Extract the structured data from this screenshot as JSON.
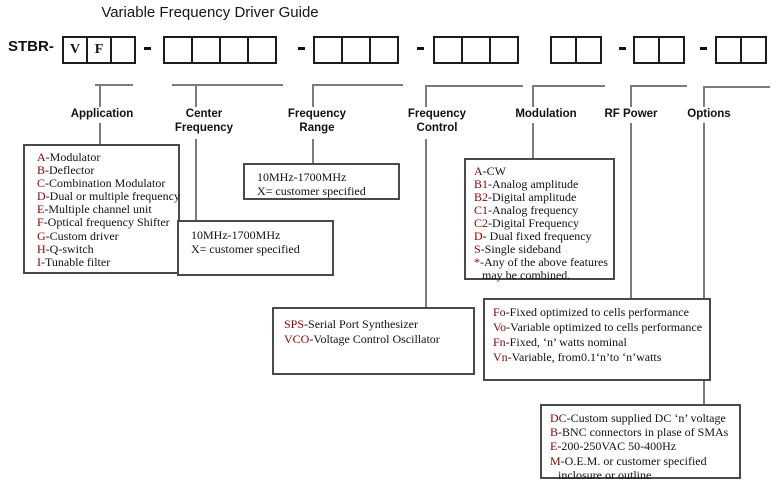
{
  "title": "Variable Frequency Driver Guide",
  "prefix_label": "STBR-",
  "colors": {
    "code": "#8B0000",
    "line": "#7b7b7b"
  },
  "cells": {
    "g1c1": "V",
    "g1c2": "F"
  },
  "headers": {
    "application": "Application",
    "center_frequency_1": "Center",
    "center_frequency_2": "Frequency",
    "frequency_range_1": "Frequency",
    "frequency_range_2": "Range",
    "frequency_control_1": "Frequency",
    "frequency_control_2": "Control",
    "modulation": "Modulation",
    "rf_power": "RF Power",
    "options": "Options"
  },
  "application": {
    "items": [
      {
        "code": "A",
        "text": "-Modulator"
      },
      {
        "code": "B",
        "text": "-Deflector"
      },
      {
        "code": "C",
        "text": "-Combination Modulator"
      },
      {
        "code": "D",
        "text": "-Dual or multiple frequency"
      },
      {
        "code": "E",
        "text": "-Multiple channel unit"
      },
      {
        "code": "F",
        "text": "-Optical frequency Shifter"
      },
      {
        "code": "G",
        "text": "-Custom driver"
      },
      {
        "code": "H",
        "text": "-Q-switch"
      },
      {
        "code": "I",
        "text": "-Tunable filter"
      }
    ]
  },
  "center_frequency": {
    "line1": "10MHz-1700MHz",
    "line2": "X= customer specified"
  },
  "frequency_range": {
    "line1": "10MHz-1700MHz",
    "line2": "X= customer specified"
  },
  "frequency_control": {
    "items": [
      {
        "code": "SPS",
        "text": "-Serial Port Synthesizer"
      },
      {
        "code": "VCO",
        "text": "-Voltage Control Oscillator"
      }
    ]
  },
  "modulation": {
    "items": [
      {
        "code": "A",
        "text": "-CW"
      },
      {
        "code": "B1",
        "text": "-Analog amplitude"
      },
      {
        "code": "B2",
        "text": "-Digital amplitude"
      },
      {
        "code": "C1",
        "text": "-Analog frequency"
      },
      {
        "code": "C2",
        "text": "-Digital Frequency"
      },
      {
        "code": "D",
        "text": "- Dual fixed frequency"
      },
      {
        "code": "S",
        "text": "-Single sideband"
      },
      {
        "code": "*",
        "text": "-Any of the above features"
      },
      {
        "code": "",
        "text": "may be combined."
      }
    ]
  },
  "rf_power": {
    "items": [
      {
        "code": "Fo",
        "text": "-Fixed optimized to cells performance"
      },
      {
        "code": "Vo",
        "text": "-Variable optimized to cells performance"
      },
      {
        "code": "Fn",
        "text": "-Fixed, ‘n’ watts nominal"
      },
      {
        "code": "Vn",
        "text": "-Variable, from0.1‘n’to ‘n’watts"
      }
    ]
  },
  "options": {
    "items": [
      {
        "code": "DC",
        "text": "-Custom supplied DC ‘n’ voltage"
      },
      {
        "code": "B",
        "text": "-BNC connectors in plase of SMAs"
      },
      {
        "code": "E",
        "text": "-200-250VAC 50-400Hz"
      },
      {
        "code": "M",
        "text": "-O.E.M. or customer specified"
      },
      {
        "code": "",
        "text": "inclosure or outline"
      }
    ]
  }
}
